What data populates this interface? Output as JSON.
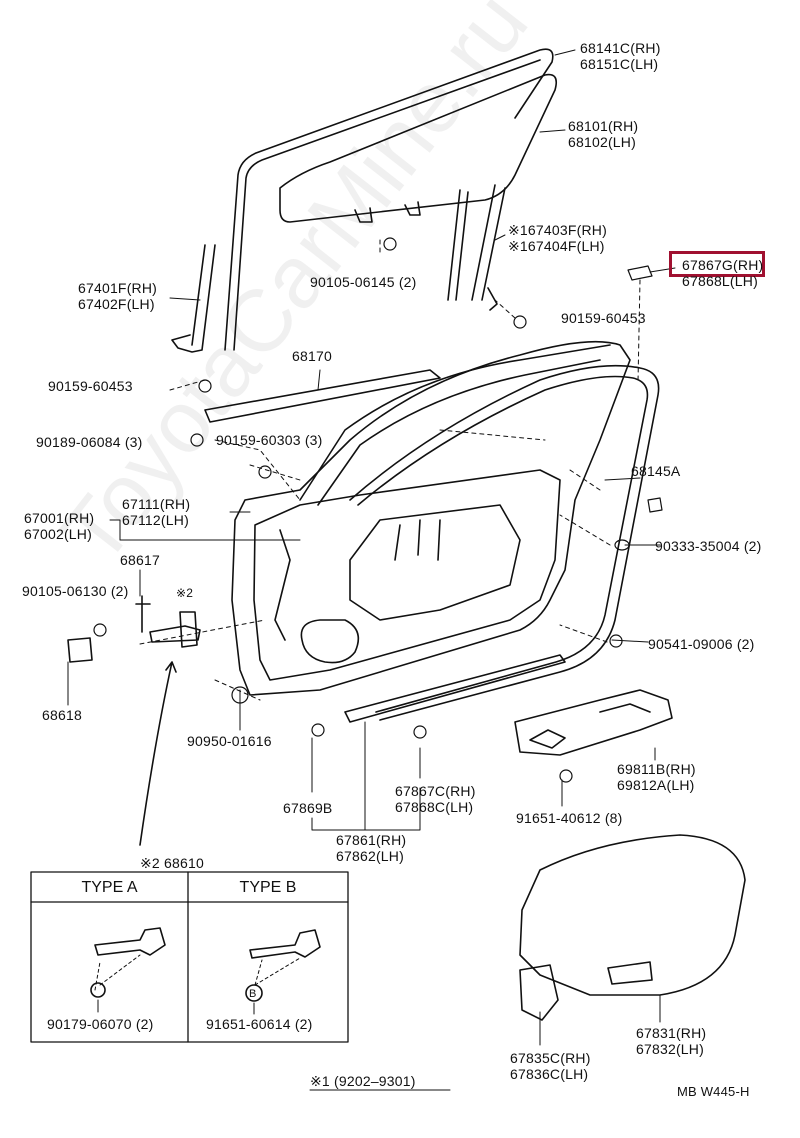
{
  "labels": {
    "l68141": {
      "a": "68141C",
      "as": "(RH)",
      "b": "68151C",
      "bs": "(LH)"
    },
    "l68101": {
      "a": "68101",
      "as": "(RH)",
      "b": "68102",
      "bs": "(LH)"
    },
    "l67403": {
      "a": "※167403F",
      "as": "(RH)",
      "b": "※167404F",
      "bs": "(LH)"
    },
    "l67867G": {
      "a": "67867G",
      "as": "(RH)",
      "b": "67868L",
      "bs": "(LH)"
    },
    "l67401": {
      "a": "67401F",
      "as": "(RH)",
      "b": "67402F",
      "bs": "(LH)"
    },
    "l67111": {
      "a": "67111",
      "as": "(RH)",
      "b": "67112",
      "bs": "(LH)"
    },
    "l67001": {
      "a": "67001",
      "as": "(RH)",
      "b": "67002",
      "bs": "(LH)"
    },
    "l69811": {
      "a": "69811B",
      "as": "(RH)",
      "b": "69812A",
      "bs": "(LH)"
    },
    "l67867C": {
      "a": "67867C",
      "as": "(RH)",
      "b": "67868C",
      "bs": "(LH)"
    },
    "l67861": {
      "a": "67861",
      "as": "(RH)",
      "b": "67862",
      "bs": "(LH)"
    },
    "l67831": {
      "a": "67831",
      "as": "(RH)",
      "b": "67832",
      "bs": "(LH)"
    },
    "l67835": {
      "a": "67835C",
      "as": "(RH)",
      "b": "67836C",
      "bs": "(LH)"
    }
  },
  "single": {
    "s90105_06145": "90105-06145 (2)",
    "s90159_60453a": "90159-60453",
    "s90159_60453b": "90159-60453",
    "s68170": "68170",
    "s90189": "90189-06084 (3)",
    "s90159_60303": "90159-60303 (3)",
    "s68145A": "68145A",
    "s90333": "90333-35004 (2)",
    "s68617": "68617",
    "s90105_06130": "90105-06130 (2)",
    "s2": "※2",
    "s90541": "90541-09006 (2)",
    "s68618": "68618",
    "s90950": "90950-01616",
    "s67869B": "67869B",
    "s91651_40612": "91651-40612 (8)",
    "s68610": "※2 68610",
    "s90179": "90179-06070 (2)",
    "s91651_60614": "91651-60614 (2)",
    "s_date": "※1  (9202–9301)",
    "s_code": "MB W445-H",
    "s_circleB": "B"
  },
  "types": {
    "a": "TYPE A",
    "b": "TYPE B"
  },
  "watermark": "ToyotaCarMine.ru",
  "highlight_color": "#a01030"
}
